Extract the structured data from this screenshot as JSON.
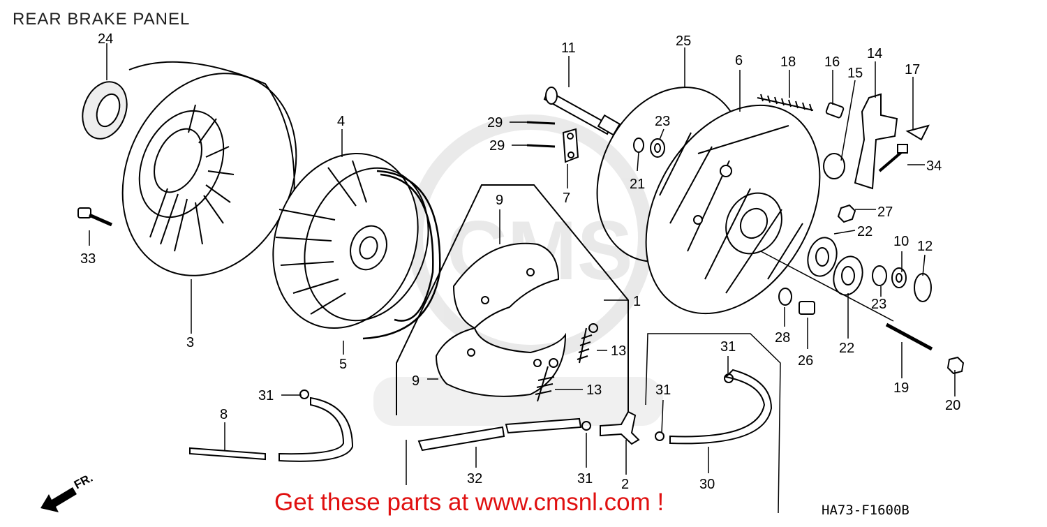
{
  "header": {
    "title": "REAR BRAKE PANEL"
  },
  "watermark": {
    "text": "CMS"
  },
  "footer": {
    "promo": "Get these parts at www.cmsnl.com !",
    "code": "HA73-F1600B",
    "direction": "FR."
  },
  "callouts": [
    "24",
    "33",
    "3",
    "4",
    "5",
    "11",
    "29",
    "29",
    "7",
    "9",
    "9",
    "1",
    "13",
    "13",
    "31",
    "8",
    "32",
    "31",
    "2",
    "31",
    "31",
    "30",
    "25",
    "6",
    "23",
    "21",
    "18",
    "16",
    "15",
    "14",
    "17",
    "34",
    "27",
    "22",
    "22",
    "10",
    "12",
    "23",
    "28",
    "26",
    "19",
    "20"
  ]
}
